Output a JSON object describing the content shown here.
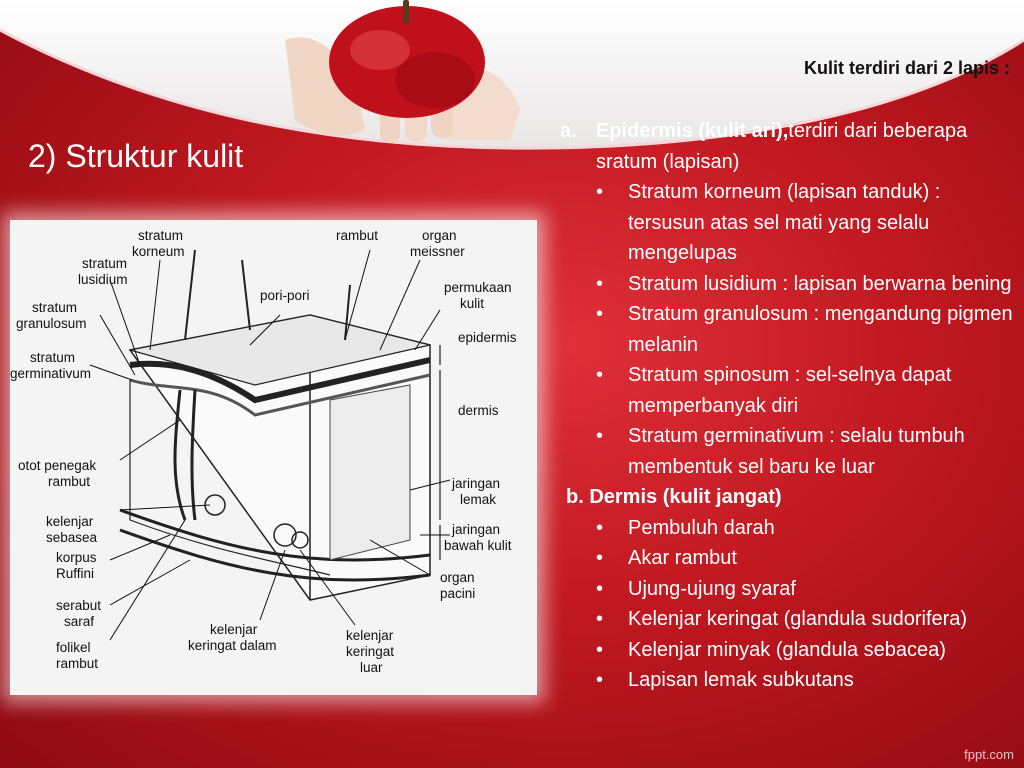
{
  "slide": {
    "header": "Kulit terdiri dari 2 lapis :",
    "title": "2) Struktur kulit",
    "footer": "fppt.com"
  },
  "epidermis": {
    "marker": "a.",
    "heading_bold": "Epidermis (kulit ari),",
    "heading_rest": "terdiri dari beberapa sratum (lapisan)",
    "items": [
      "Stratum korneum (lapisan tanduk) : tersusun atas sel mati yang selalu mengelupas",
      "Stratum lusidium : lapisan berwarna bening",
      "Stratum granulosum : mengandung pigmen melanin",
      "Stratum spinosum : sel-selnya dapat memperbanyak diri",
      "Stratum germinativum : selalu tumbuh membentuk sel baru ke luar"
    ]
  },
  "dermis": {
    "heading": "b. Dermis (kulit jangat)",
    "items": [
      "Pembuluh darah",
      "Akar rambut",
      "Ujung-ujung syaraf",
      "Kelenjar keringat (glandula sudorifera)",
      "Kelenjar minyak (glandula sebacea)",
      "Lapisan lemak subkutans"
    ]
  },
  "bullet": "•",
  "diagram": {
    "labels": {
      "stratum_korneum": [
        "stratum",
        "korneum"
      ],
      "stratum_lusidium": [
        "stratum",
        "lusidium"
      ],
      "stratum_granulosum": [
        "stratum",
        "granulosum"
      ],
      "stratum_germinativum": [
        "stratum",
        "germinativum"
      ],
      "rambut": "rambut",
      "organ_meissner": [
        "organ",
        "meissner"
      ],
      "pori_pori": "pori-pori",
      "permukaan_kulit": [
        "permukaan",
        "kulit"
      ],
      "epidermis": "epidermis",
      "dermis": "dermis",
      "otot_penegak_rambut": [
        "otot penegak",
        "rambut"
      ],
      "jaringan_lemak": [
        "jaringan",
        "lemak"
      ],
      "kelenjar_sebasea": [
        "kelenjar",
        "sebasea"
      ],
      "jaringan_bawah_kulit": [
        "jaringan",
        "bawah kulit"
      ],
      "korpus_ruffini": [
        "korpus",
        "Ruffini"
      ],
      "organ_pacini": [
        "organ",
        "pacini"
      ],
      "serabut_saraf": [
        "serabut",
        "saraf"
      ],
      "kelenjar_keringat_dalam": [
        "kelenjar",
        "keringat dalam"
      ],
      "kelenjar_keringat_luar": [
        "kelenjar",
        "keringat",
        "luar"
      ],
      "folikel_rambut": [
        "folikel",
        "rambut"
      ]
    }
  },
  "colors": {
    "background": "#c01820",
    "text": "#ffffff",
    "header_text": "#111111"
  }
}
